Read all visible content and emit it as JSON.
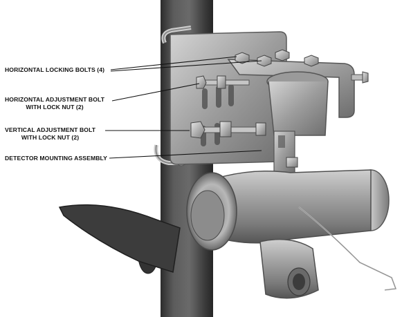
{
  "callouts": {
    "horizontal_locking_bolts": "HORIZONTAL LOCKING BOLTS (4)",
    "horizontal_adjustment_bolt_line1": "HORIZONTAL ADJUSTMENT BOLT",
    "horizontal_adjustment_bolt_line2": "WITH LOCK NUT (2)",
    "vertical_adjustment_bolt_line1": "VERTICAL ADJUSTMENT BOLT",
    "vertical_adjustment_bolt_line2": "WITH LOCK NUT (2)",
    "detector_mounting_assembly": "DETECTOR MOUNTING ASSEMBLY"
  },
  "colors": {
    "background": "#ffffff",
    "text": "#111111",
    "pole": "#4a4a4a",
    "metal": "#9a9a9a"
  }
}
